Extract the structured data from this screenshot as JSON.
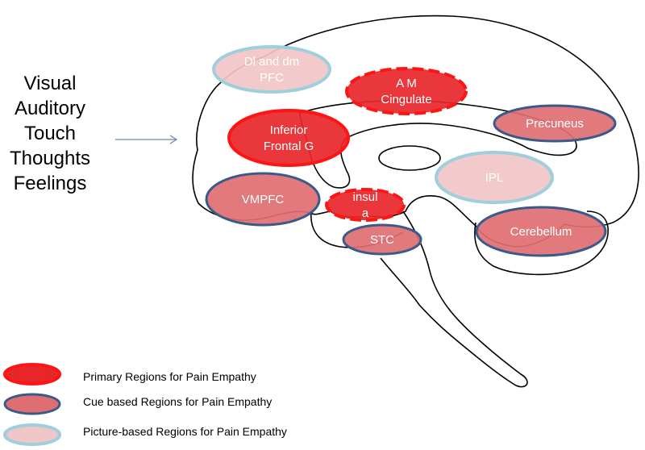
{
  "inputs": [
    "Visual",
    "Auditory",
    "Touch",
    "Thoughts",
    "Feelings"
  ],
  "regions": [
    {
      "id": "dl-dm-pfc",
      "lines": [
        "Dl and dm",
        "PFC"
      ],
      "type": "picture"
    },
    {
      "id": "am-cingulate",
      "lines": [
        "A M",
        "Cingulate"
      ],
      "type": "primary-dashed"
    },
    {
      "id": "inferior-frontal-g",
      "lines": [
        "Inferior",
        "Frontal G"
      ],
      "type": "primary"
    },
    {
      "id": "precuneus",
      "lines": [
        "Precuneus"
      ],
      "type": "cue"
    },
    {
      "id": "ipl",
      "lines": [
        "IPL"
      ],
      "type": "picture"
    },
    {
      "id": "vmpfc",
      "lines": [
        "VMPFC"
      ],
      "type": "cue"
    },
    {
      "id": "insula",
      "lines": [
        "insul",
        "a"
      ],
      "type": "primary-dashed"
    },
    {
      "id": "stc",
      "lines": [
        "STC"
      ],
      "type": "cue"
    },
    {
      "id": "cerebellum",
      "lines": [
        "Cerebellum"
      ],
      "type": "cue"
    }
  ],
  "legend": [
    {
      "type": "primary",
      "label": "Primary Regions for Pain Empathy"
    },
    {
      "type": "cue",
      "label": "Cue based Regions for Pain Empathy"
    },
    {
      "type": "picture",
      "label": "Picture-based Regions for Pain Empathy"
    }
  ],
  "colors": {
    "primary_fill": "#e8262a",
    "primary_stroke": "#ff1414",
    "cue_fill": "#de6e72",
    "cue_stroke": "#3b5a8c",
    "picture_fill": "#f1c6c7",
    "picture_stroke": "#9fcedc",
    "outline": "#000000",
    "arrow": "#6f87a6"
  }
}
